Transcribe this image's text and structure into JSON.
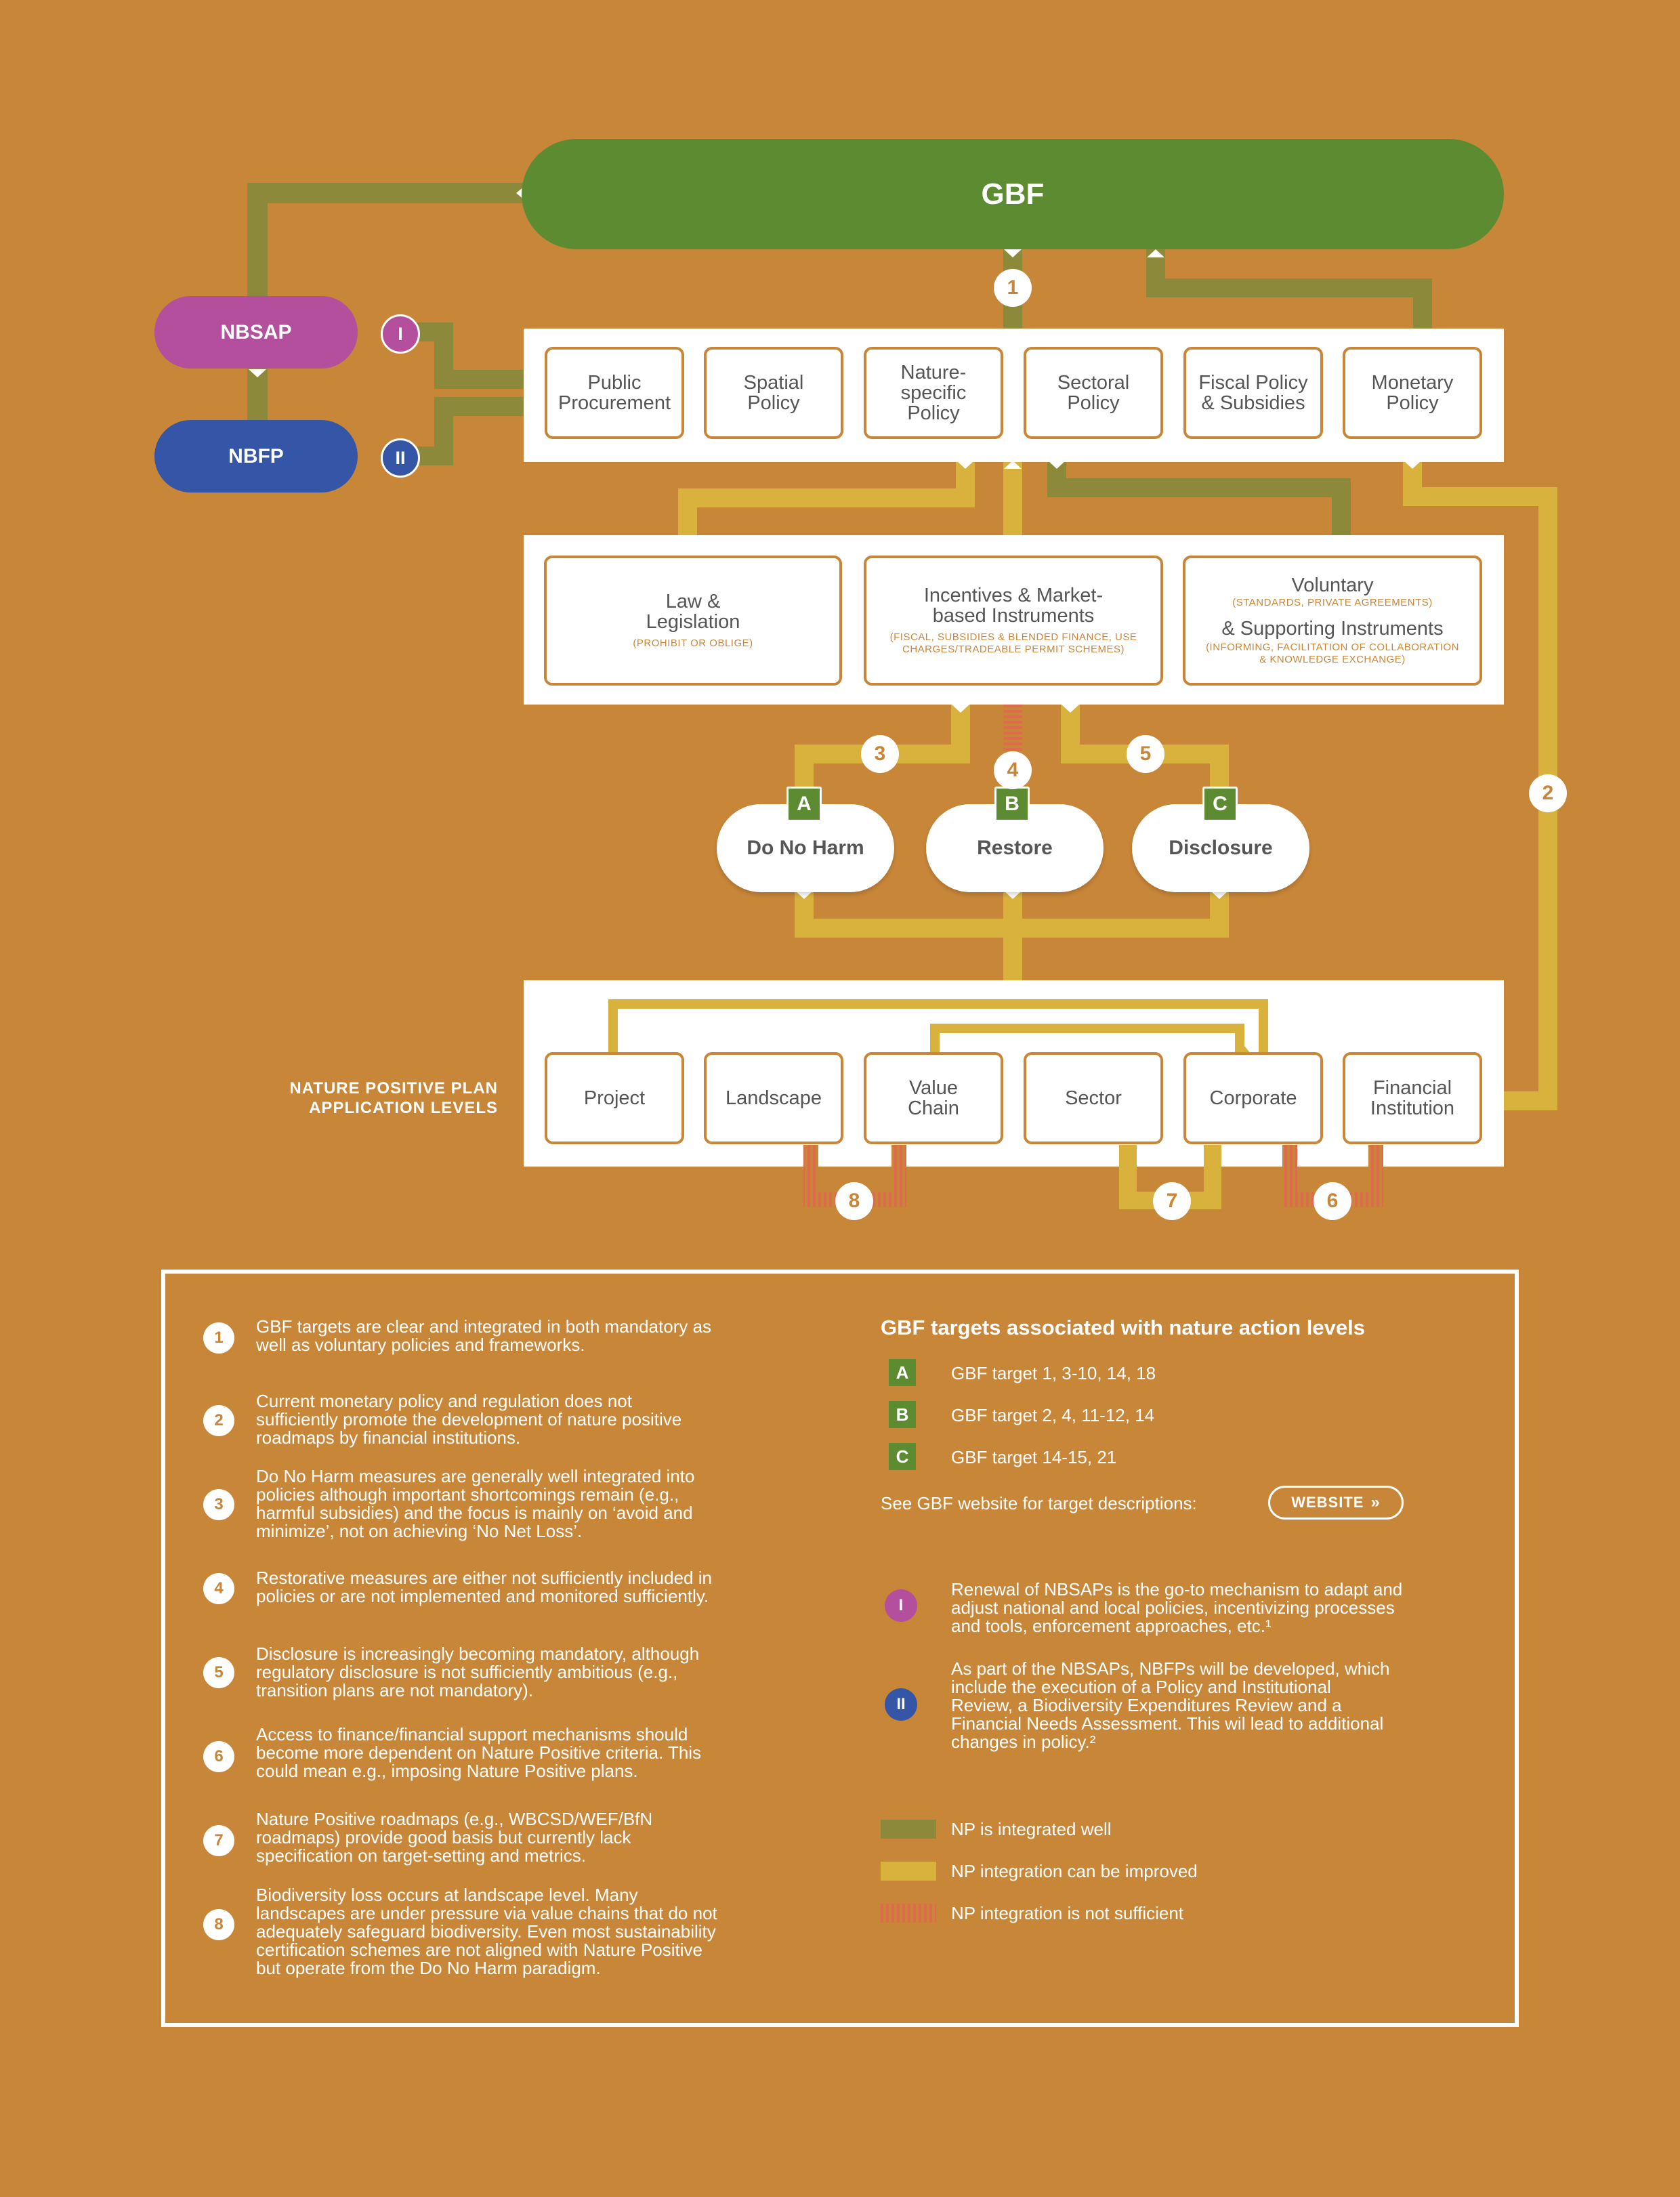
{
  "gbf": "GBF",
  "nbsap": "NBSAP",
  "nbfp": "NBFP",
  "roman": [
    "I",
    "II"
  ],
  "policies": [
    {
      "line1": "Public",
      "line2": "Procurement"
    },
    {
      "line1": "Spatial",
      "line2": "Policy"
    },
    {
      "line1": "Nature-",
      "line2": "specific",
      "line3": "Policy"
    },
    {
      "line1": "Sectoral",
      "line2": "Policy"
    },
    {
      "line1": "Fiscal Policy",
      "line2": "& Subsidies"
    },
    {
      "line1": "Monetary",
      "line2": "Policy"
    }
  ],
  "instruments": {
    "law": {
      "line1": "Law &",
      "line2": "Legislation",
      "sub": "(PROHIBIT OR OBLIGE)"
    },
    "incentives": {
      "line1": "Incentives & Market-",
      "line2": "based Instruments",
      "sub1": "(FISCAL, SUBSIDIES & BLENDED FINANCE, USE",
      "sub2": "CHARGES/TRADEABLE PERMIT SCHEMES)"
    },
    "voluntary": {
      "line1": "Voluntary",
      "sub1": "(STANDARDS, PRIVATE AGREEMENTS)",
      "line2": "& Supporting Instruments",
      "sub2a": "(INFORMING, FACILITATION OF COLLABORATION",
      "sub2b": "& KNOWLEDGE EXCHANGE)"
    }
  },
  "actions": [
    {
      "letter": "A",
      "label": "Do No Harm"
    },
    {
      "letter": "B",
      "label": "Restore"
    },
    {
      "letter": "C",
      "label": "Disclosure"
    }
  ],
  "levels_title": {
    "line1": "NATURE POSITIVE PLAN",
    "line2": "APPLICATION LEVELS"
  },
  "levels": [
    {
      "line1": "Project"
    },
    {
      "line1": "Landscape"
    },
    {
      "line1": "Value",
      "line2": "Chain"
    },
    {
      "line1": "Sector"
    },
    {
      "line1": "Corporate"
    },
    {
      "line1": "Financial",
      "line2": "Institution"
    }
  ],
  "numbers": [
    "1",
    "2",
    "3",
    "4",
    "5",
    "6",
    "7",
    "8"
  ],
  "legend": {
    "items": [
      {
        "num": "1",
        "lines": [
          "GBF targets are clear and integrated in both mandatory as",
          "well as voluntary policies and frameworks."
        ]
      },
      {
        "num": "2",
        "lines": [
          "Current monetary policy and regulation does not",
          "sufficiently promote the development of nature positive",
          "roadmaps by financial institutions."
        ]
      },
      {
        "num": "3",
        "lines": [
          "Do No Harm measures are generally well integrated into",
          "policies although important shortcomings remain (e.g.,",
          "harmful subsidies) and the focus is mainly on ‘avoid and",
          "minimize’, not on achieving ‘No Net Loss’."
        ]
      },
      {
        "num": "4",
        "lines": [
          "Restorative measures are either not sufficiently included in",
          "policies or are not implemented and monitored sufficiently."
        ]
      },
      {
        "num": "5",
        "lines": [
          "Disclosure is increasingly becoming mandatory, although",
          "regulatory disclosure is not sufficiently ambitious (e.g.,",
          "transition plans are not mandatory)."
        ]
      },
      {
        "num": "6",
        "lines": [
          "Access to finance/financial support mechanisms should",
          "become more dependent on Nature Positive criteria. This",
          "could mean e.g., imposing Nature Positive plans."
        ]
      },
      {
        "num": "7",
        "lines": [
          "Nature Positive roadmaps (e.g., WBCSD/WEF/BfN",
          "roadmaps) provide good basis but currently lack",
          "specification on target-setting and metrics."
        ]
      },
      {
        "num": "8",
        "lines": [
          "Biodiversity loss occurs at landscape level. Many",
          "landscapes are under pressure via value chains that do not",
          "adequately safeguard biodiversity. Even most sustainability",
          "certification schemes are not aligned with Nature Positive",
          "but operate from the Do No Harm paradigm."
        ]
      }
    ],
    "targets_title": "GBF targets associated with nature action levels",
    "targets": [
      {
        "letter": "A",
        "text": "GBF target 1, 3-10, 14, 18"
      },
      {
        "letter": "B",
        "text": "GBF target 2, 4, 11-12, 14"
      },
      {
        "letter": "C",
        "text": "GBF target 14-15, 21"
      }
    ],
    "website_note": "See GBF website for target descriptions:",
    "website_button": "WEBSITE",
    "roman_items": [
      {
        "num": "I",
        "lines": [
          "Renewal of NBSAPs is the go-to mechanism to adapt and",
          "adjust national and local policies, incentivizing processes",
          "and tools, enforcement approaches, etc.¹"
        ]
      },
      {
        "num": "II",
        "lines": [
          "As part of the NBSAPs, NBFPs will be developed, which",
          "include the execution of a Policy and Institutional",
          "Review, a Biodiversity Expenditures Review and a",
          "Financial Needs Assessment. This wil lead to additional",
          "changes in policy.²"
        ]
      }
    ],
    "key": [
      {
        "label": "NP is integrated well"
      },
      {
        "label": "NP integration can be improved"
      },
      {
        "label": "NP integration is not sufficient"
      }
    ]
  },
  "colors": {
    "background": "#c88638",
    "green": "#5d8b32",
    "olive": "#8c8a3a",
    "yellow": "#d8b23c",
    "red": "#e06a4e",
    "magenta": "#b44f9e",
    "blue": "#3556a6"
  }
}
